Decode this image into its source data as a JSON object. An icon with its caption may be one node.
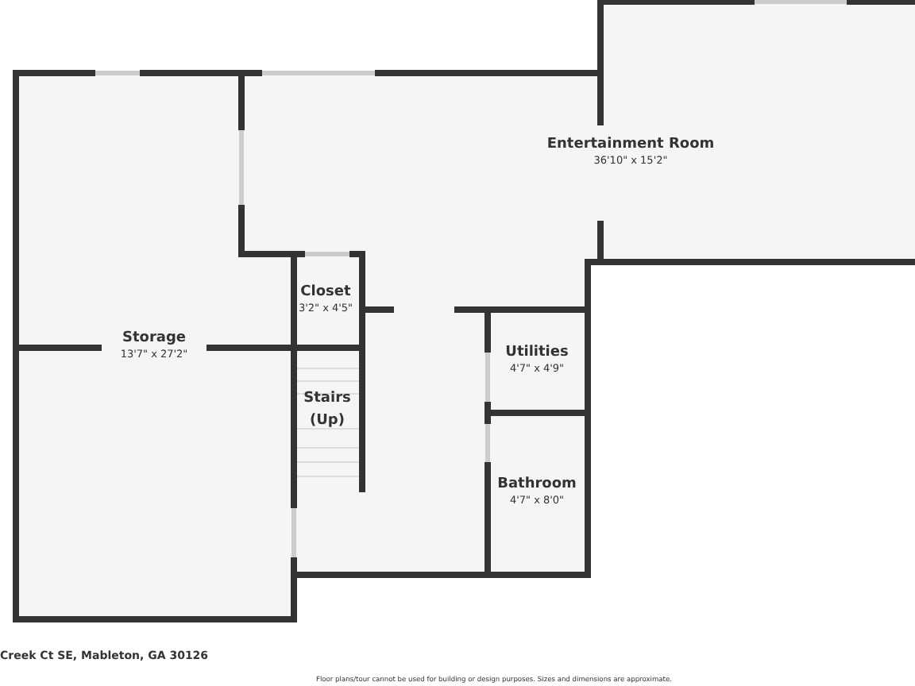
{
  "diagram": {
    "nodes": [
      {
        "text": [
          "Entertainment Room",
          "36'10\" x 15'2\""
        ]
      },
      {
        "text": [
          "Storage",
          "13'7\" x 27'2\""
        ]
      },
      {
        "text": [
          "Closet",
          "3'2\" x 4'5\""
        ]
      },
      {
        "text": [
          "Stairs (Up)"
        ]
      },
      {
        "text": [
          "Utilities",
          "4'7\" x 4'9\""
        ]
      },
      {
        "text": [
          "Bathroom",
          "4'7\" x 8'0\""
        ]
      }
    ],
    "labels": [
      "Creek Ct SE, Mableton, GA 30126",
      "Floor plans/tour cannot be used for building or design purposes. Sizes and dimensions are approximate."
    ]
  }
}
